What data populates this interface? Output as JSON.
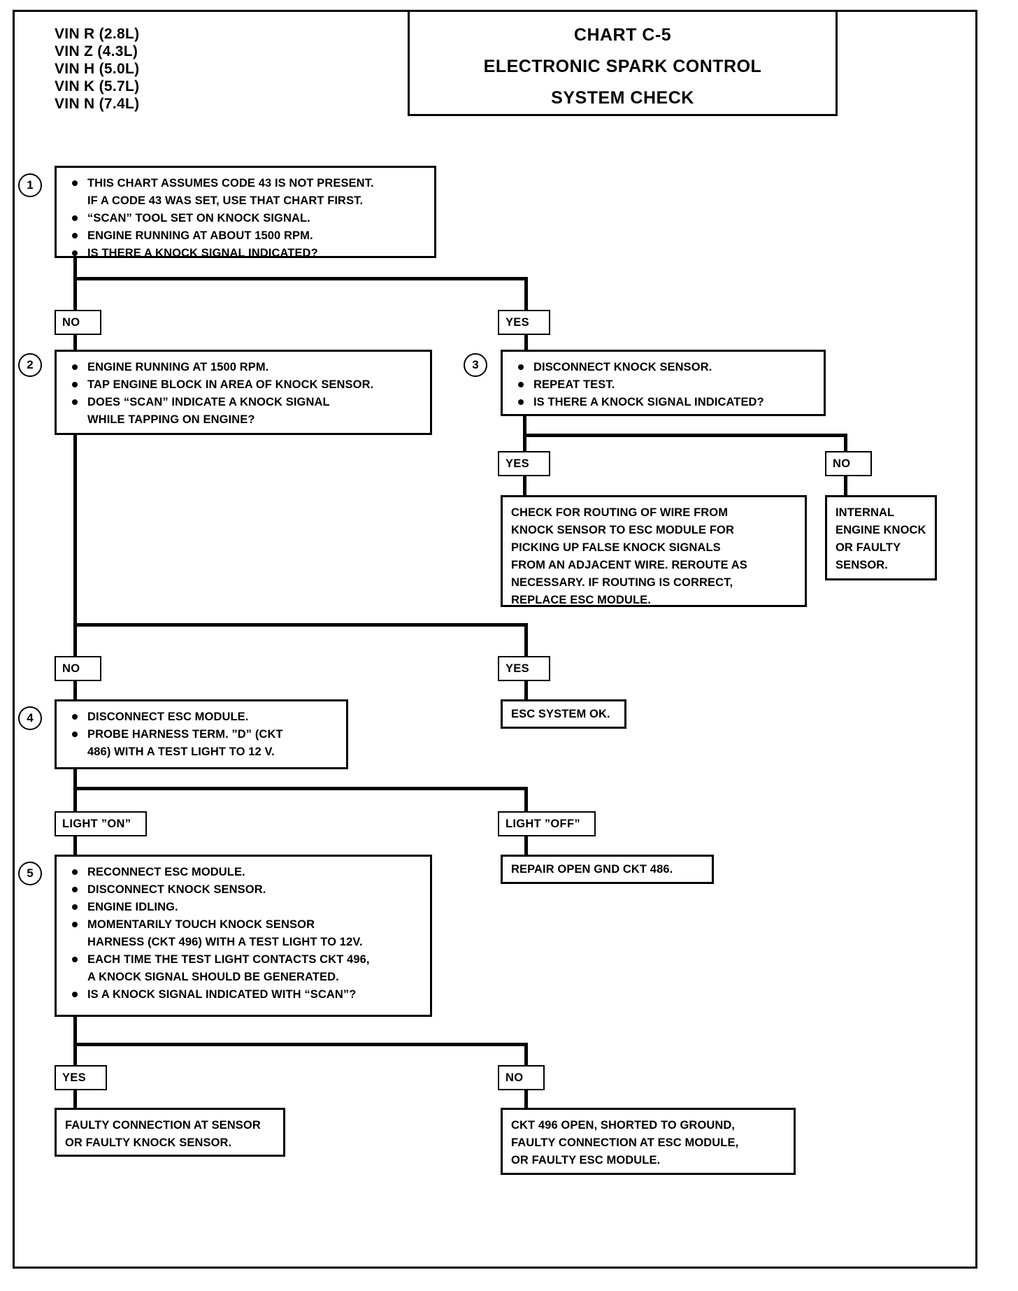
{
  "header": {
    "vin_list": [
      "VIN R (2.8L)",
      "VIN Z (4.3L)",
      "VIN H (5.0L)",
      "VIN K (5.7L)",
      "VIN N (7.4L)"
    ],
    "title_lines": [
      "CHART C-5",
      "ELECTRONIC SPARK CONTROL",
      "SYSTEM CHECK"
    ]
  },
  "steps": {
    "step1": {
      "number": "1",
      "lines": [
        {
          "bullet": true,
          "text": "THIS CHART ASSUMES CODE 43 IS NOT PRESENT."
        },
        {
          "bullet": false,
          "text": "IF A CODE 43 WAS SET, USE THAT CHART FIRST."
        },
        {
          "bullet": true,
          "text": "“SCAN” TOOL SET ON KNOCK SIGNAL."
        },
        {
          "bullet": true,
          "text": "ENGINE RUNNING AT ABOUT 1500 RPM."
        },
        {
          "bullet": true,
          "text": "IS THERE A KNOCK SIGNAL INDICATED?"
        }
      ]
    },
    "step2": {
      "number": "2",
      "lines": [
        {
          "bullet": true,
          "text": "ENGINE RUNNING AT 1500 RPM."
        },
        {
          "bullet": true,
          "text": "TAP ENGINE BLOCK IN AREA OF KNOCK SENSOR."
        },
        {
          "bullet": true,
          "text": "DOES “SCAN” INDICATE A KNOCK SIGNAL"
        },
        {
          "bullet": false,
          "text": "WHILE TAPPING ON ENGINE?"
        }
      ]
    },
    "step3": {
      "number": "3",
      "lines": [
        {
          "bullet": true,
          "text": "DISCONNECT KNOCK SENSOR."
        },
        {
          "bullet": true,
          "text": "REPEAT TEST."
        },
        {
          "bullet": true,
          "text": "IS THERE A KNOCK SIGNAL INDICATED?"
        }
      ]
    },
    "step4": {
      "number": "4",
      "lines": [
        {
          "bullet": true,
          "text": "DISCONNECT ESC MODULE."
        },
        {
          "bullet": true,
          "text": "PROBE HARNESS TERM. ”D” (CKT"
        },
        {
          "bullet": false,
          "text": "486) WITH A TEST LIGHT TO 12 V."
        }
      ]
    },
    "step5": {
      "number": "5",
      "lines": [
        {
          "bullet": true,
          "text": "RECONNECT ESC MODULE."
        },
        {
          "bullet": true,
          "text": "DISCONNECT KNOCK SENSOR."
        },
        {
          "bullet": true,
          "text": "ENGINE IDLING."
        },
        {
          "bullet": true,
          "text": "MOMENTARILY TOUCH KNOCK SENSOR"
        },
        {
          "bullet": false,
          "text": "HARNESS (CKT 496) WITH A TEST LIGHT TO 12V."
        },
        {
          "bullet": true,
          "text": "EACH TIME THE TEST LIGHT CONTACTS CKT 496,"
        },
        {
          "bullet": false,
          "text": "A KNOCK SIGNAL SHOULD BE GENERATED."
        },
        {
          "bullet": true,
          "text": "IS A KNOCK SIGNAL INDICATED WITH “SCAN”?"
        }
      ]
    }
  },
  "branches": {
    "b1_no": "NO",
    "b1_yes": "YES",
    "b3_yes": "YES",
    "b3_no": "NO",
    "b2_no": "NO",
    "b2_yes": "YES",
    "b4_light_on": "LIGHT ”ON”",
    "b4_light_off": "LIGHT ”OFF”",
    "b5_yes": "YES",
    "b5_no": "NO"
  },
  "results": {
    "routing": [
      "CHECK FOR ROUTING OF WIRE FROM",
      "KNOCK SENSOR TO ESC MODULE FOR",
      "PICKING UP FALSE KNOCK SIGNALS",
      "FROM AN ADJACENT WIRE.  REROUTE AS",
      "NECESSARY.  IF ROUTING IS CORRECT,",
      "REPLACE ESC MODULE."
    ],
    "internal_knock": [
      "INTERNAL",
      "ENGINE KNOCK",
      "OR FAULTY",
      "SENSOR."
    ],
    "esc_ok": [
      "ESC SYSTEM OK."
    ],
    "repair_gnd": [
      "REPAIR OPEN GND CKT 486."
    ],
    "faulty_sensor": [
      "FAULTY CONNECTION AT SENSOR",
      "OR FAULTY KNOCK SENSOR."
    ],
    "ckt496_fault": [
      "CKT 496 OPEN, SHORTED TO GROUND,",
      "FAULTY CONNECTION AT ESC MODULE,",
      "OR FAULTY ESC MODULE."
    ]
  }
}
